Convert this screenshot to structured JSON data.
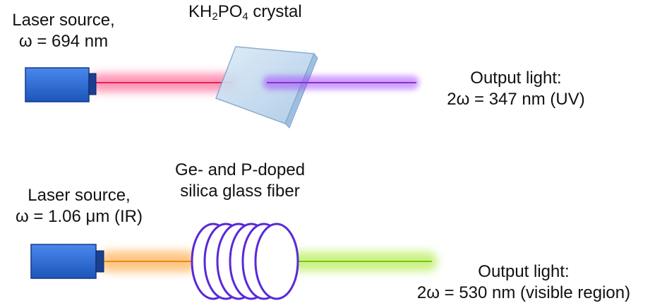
{
  "setup_top": {
    "source_line1": "Laser source,",
    "source_line2": "ω = 694 nm",
    "crystal_prefix": "KH",
    "crystal_sub1": "2",
    "crystal_mid": "PO",
    "crystal_sub2": "4",
    "crystal_suffix": " crystal",
    "output_line1": "Output light:",
    "output_line2": "2ω = 347 nm (UV)",
    "input_beam_color": "#ff3c78",
    "output_beam_color": "#a040ff"
  },
  "setup_bottom": {
    "source_line1": "Laser source,",
    "source_line2": "ω = 1.06 μm (IR)",
    "fiber_line1": "Ge- and P-doped",
    "fiber_line2": "silica glass fiber",
    "output_line1": "Output light:",
    "output_line2": "2ω = 530 nm (visible region)",
    "input_beam_color": "#ffa030",
    "output_beam_color": "#a8e830",
    "fiber_color": "#5a28d8"
  },
  "laser_color": "#2f6fd6"
}
